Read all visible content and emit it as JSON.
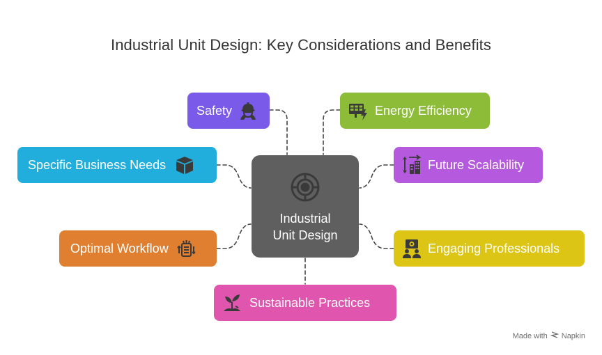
{
  "title": "Industrial Unit Design: Key Considerations and Benefits",
  "center": {
    "line1": "Industrial",
    "line2": "Unit Design",
    "icon": "industrial-gear-icon",
    "color": "#5f5f5f"
  },
  "nodes": {
    "safety": {
      "label": "Safety",
      "icon": "hard-hat-worker-icon",
      "color": "#7a5ae8"
    },
    "energy": {
      "label": "Energy Efficiency",
      "icon": "solar-panel-bolt-icon",
      "color": "#8cbc38"
    },
    "business": {
      "label": "Specific Business Needs",
      "icon": "box-icon",
      "color": "#22aedc"
    },
    "scalability": {
      "label": "Future Scalability",
      "icon": "building-growth-icon",
      "color": "#b559de"
    },
    "workflow": {
      "label": "Optimal Workflow",
      "icon": "workflow-process-icon",
      "color": "#e07f30"
    },
    "professionals": {
      "label": "Engaging Professionals",
      "icon": "team-presentation-icon",
      "color": "#dcc515"
    },
    "sustainable": {
      "label": "Sustainable Practices",
      "icon": "plant-sprout-icon",
      "color": "#e055ad"
    }
  },
  "footer": {
    "made_with": "Made with",
    "brand": "Napkin"
  }
}
